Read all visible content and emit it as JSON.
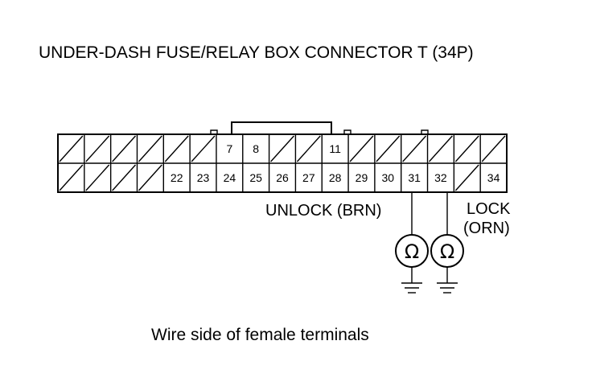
{
  "diagram": {
    "title": "UNDER-DASH FUSE/RELAY BOX CONNECTOR T (34P)",
    "caption": "Wire side of female terminals",
    "connector": {
      "top_row": [
        "",
        "",
        "",
        "",
        "",
        "",
        "7",
        "8",
        "",
        "",
        "11",
        "",
        "",
        "",
        "",
        "",
        ""
      ],
      "bottom_row": [
        "",
        "",
        "",
        "",
        "22",
        "23",
        "24",
        "25",
        "26",
        "27",
        "28",
        "29",
        "30",
        "31",
        "32",
        "",
        "34"
      ]
    },
    "wires": {
      "unlock_label": "UNLOCK (BRN)",
      "lock_label_line1": "LOCK",
      "lock_label_line2": "(ORN)"
    },
    "meter_symbol": "Ω"
  }
}
